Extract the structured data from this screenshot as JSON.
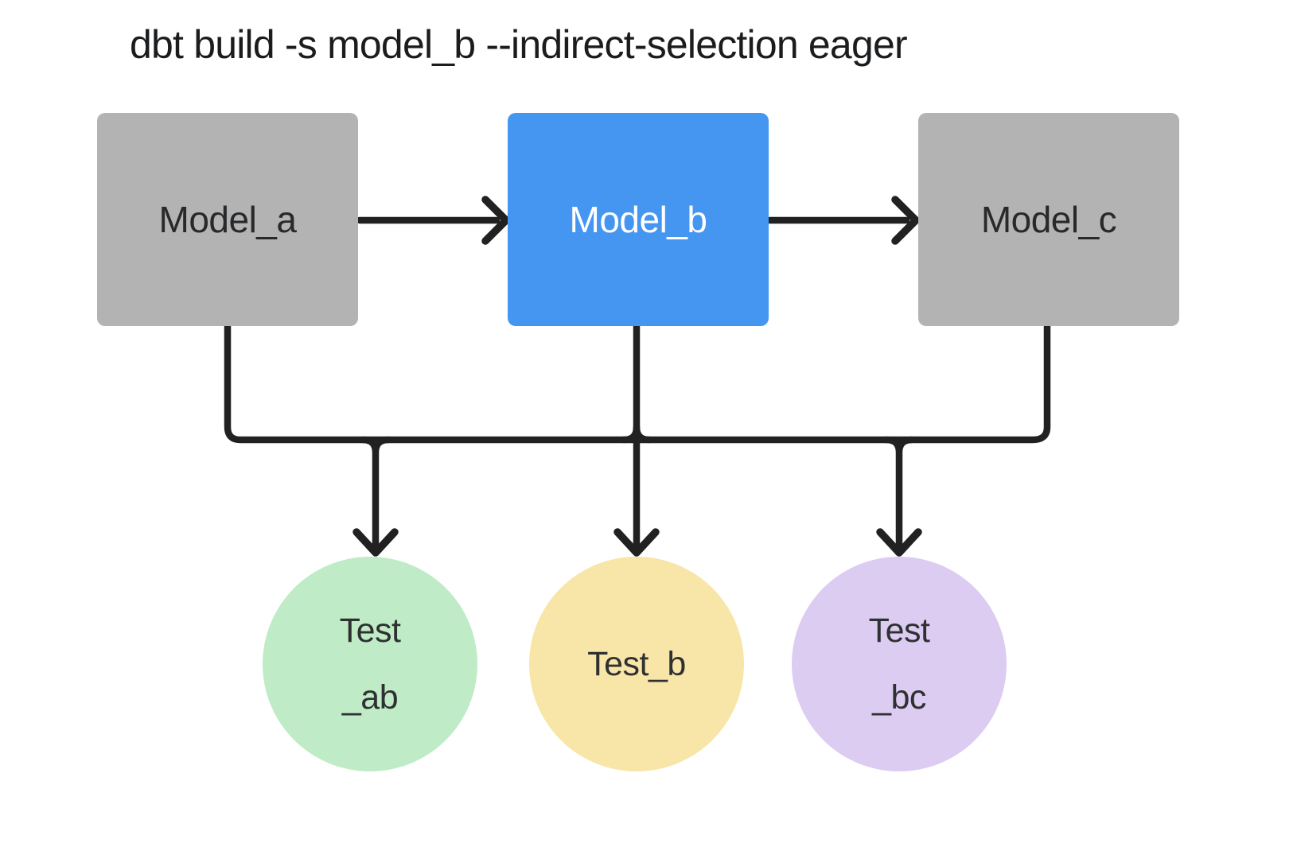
{
  "header": {
    "command": "dbt build -s model_b --indirect-selection eager"
  },
  "colors": {
    "model_default_fill": "#b3b3b3",
    "model_selected_fill": "#4596f1",
    "test_ab_fill": "#bfecc6",
    "test_b_fill": "#f8e5a8",
    "test_bc_fill": "#dcccf2",
    "line_color": "#212121",
    "ink": "#1b1c1e"
  },
  "nodes": {
    "model_a": {
      "label": "Model_a",
      "type": "model",
      "selected": false,
      "color": "#b3b3b3"
    },
    "model_b": {
      "label": "Model_b",
      "type": "model",
      "selected": true,
      "color": "#4596f1"
    },
    "model_c": {
      "label": "Model_c",
      "type": "model",
      "selected": false,
      "color": "#b3b3b3"
    },
    "test_ab": {
      "label_line1": "Test",
      "label_line2": "_ab",
      "type": "test",
      "color": "#bfecc6"
    },
    "test_b": {
      "label": "Test_b",
      "type": "test",
      "color": "#f8e5a8"
    },
    "test_bc": {
      "label_line1": "Test",
      "label_line2": "_bc",
      "type": "test",
      "color": "#dcccf2"
    }
  },
  "connectors": {
    "horizontal_arrows": [
      {
        "from": "Model_a",
        "to": "Model_b"
      },
      {
        "from": "Model_b",
        "to": "Model_c"
      }
    ],
    "bus_sources": [
      "Model_a",
      "Model_b",
      "Model_c"
    ],
    "bus_targets": [
      "Test_ab",
      "Test_b",
      "Test_bc"
    ]
  }
}
